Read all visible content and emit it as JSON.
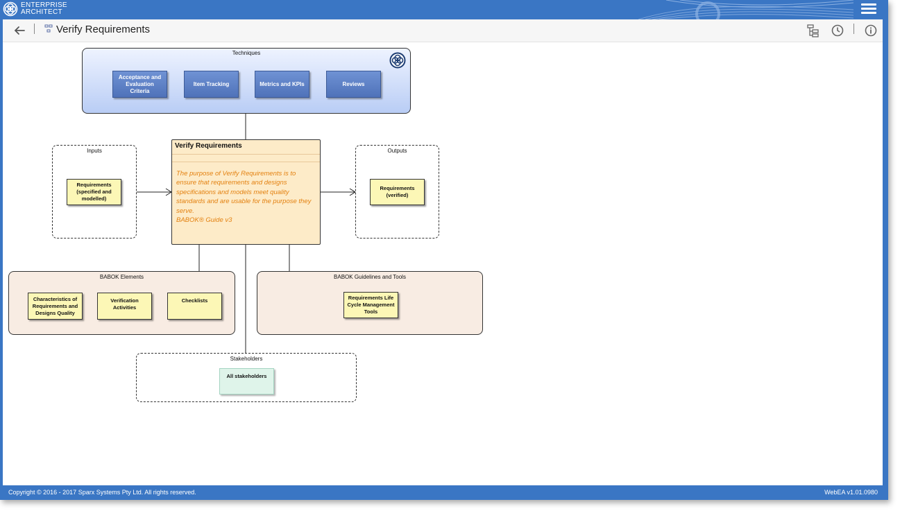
{
  "app": {
    "brand_line1": "ENTERPRISE",
    "brand_line2": "ARCHITECT"
  },
  "header": {
    "title": "Verify Requirements"
  },
  "diagram": {
    "techniques": {
      "label": "Techniques",
      "items": [
        "Acceptance and Evaluation Criteria",
        "Item Tracking",
        "Metrics and KPIs",
        "Reviews"
      ]
    },
    "inputs": {
      "label": "Inputs",
      "items": [
        "Requirements (specified and modelled)"
      ]
    },
    "main": {
      "title": "Verify Requirements",
      "description": "The purpose of Verify Requirements is to ensure that requirements and designs specifications and models meet quality standards and are usable for the purpose they serve.",
      "source": "BABOK® Guide v3"
    },
    "outputs": {
      "label": "Outputs",
      "items": [
        "Requirements (verified)"
      ]
    },
    "babok_elements": {
      "label": "BABOK Elements",
      "items": [
        "Characteristics of Requirements and Designs Quality",
        "Verification Activities",
        "Checklists"
      ]
    },
    "babok_guidelines": {
      "label": "BABOK Guidelines and Tools",
      "items": [
        "Requirements Life Cycle Management Tools"
      ]
    },
    "stakeholders": {
      "label": "Stakeholders",
      "items": [
        "All stakeholders"
      ]
    }
  },
  "footer": {
    "copyright": "Copyright © 2016 - 2017 Sparx Systems Pty Ltd. All rights reserved.",
    "version": "WebEA v1.01.0980"
  },
  "colors": {
    "frame": "#3a76c4",
    "technique_item": "#5a7cc4",
    "note_yellow": "#fcf7b6",
    "main_element": "#fdebc8",
    "description_text": "#e3800f"
  }
}
